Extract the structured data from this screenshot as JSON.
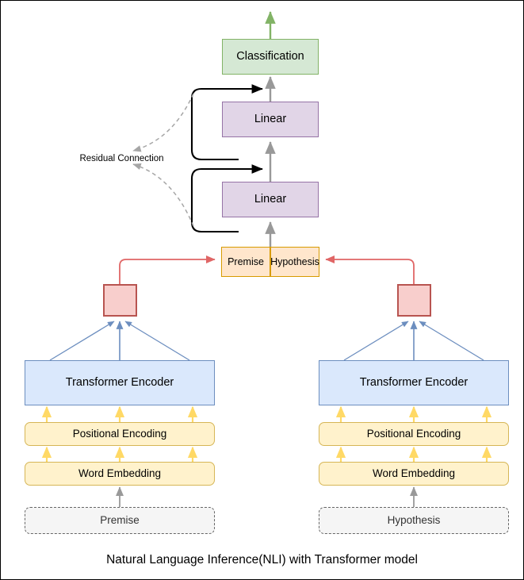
{
  "diagram": {
    "caption": "Natural Language Inference(NLI) with Transformer model",
    "output_node": {
      "label": "Classification"
    },
    "linear_top": {
      "label": "Linear"
    },
    "linear_bottom": {
      "label": "Linear"
    },
    "residual_label": "Residual Connection",
    "pair_cells": [
      {
        "label": "Premise"
      },
      {
        "label": "Hypothesis"
      }
    ],
    "pooling_left": {
      "label": ""
    },
    "pooling_right": {
      "label": ""
    },
    "left_branch": {
      "encoder": "Transformer Encoder",
      "positional_encoding": "Positional Encoding",
      "word_embedding": "Word Embedding",
      "input": "Premise"
    },
    "right_branch": {
      "encoder": "Transformer Encoder",
      "positional_encoding": "Positional Encoding",
      "word_embedding": "Word Embedding",
      "input": "Hypothesis"
    },
    "colors": {
      "classification_fill": "#d5e8d4",
      "classification_stroke": "#82b366",
      "linear_fill": "#e1d5e7",
      "linear_stroke": "#9673a6",
      "pair_fill": "#ffe6cc",
      "pair_stroke": "#d79b00",
      "pool_fill": "#f8cecc",
      "pool_stroke": "#b85450",
      "encoder_fill": "#dae8fc",
      "encoder_stroke": "#6c8ebf",
      "embedding_fill": "#fff2cc",
      "embedding_stroke": "#d6b656",
      "input_fill": "#f5f5f5",
      "input_stroke": "#666666",
      "arrow_gray": "#999999",
      "arrow_black": "#000000",
      "arrow_red": "#e06666",
      "arrow_blue": "#6c8ebf",
      "arrow_yellow": "#ffd966",
      "arrow_green": "#82b366"
    }
  }
}
